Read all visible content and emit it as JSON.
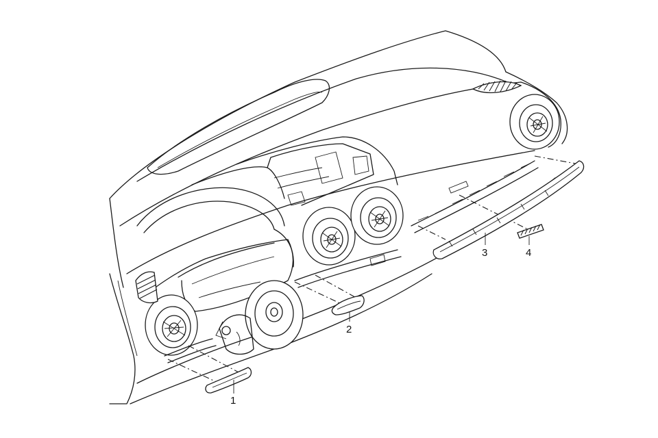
{
  "callouts": [
    {
      "label": "1",
      "part": "trim-strip-left"
    },
    {
      "label": "2",
      "part": "trim-strip-center"
    },
    {
      "label": "3",
      "part": "trim-strip-right-long"
    },
    {
      "label": "4",
      "part": "small-trim-piece"
    }
  ]
}
